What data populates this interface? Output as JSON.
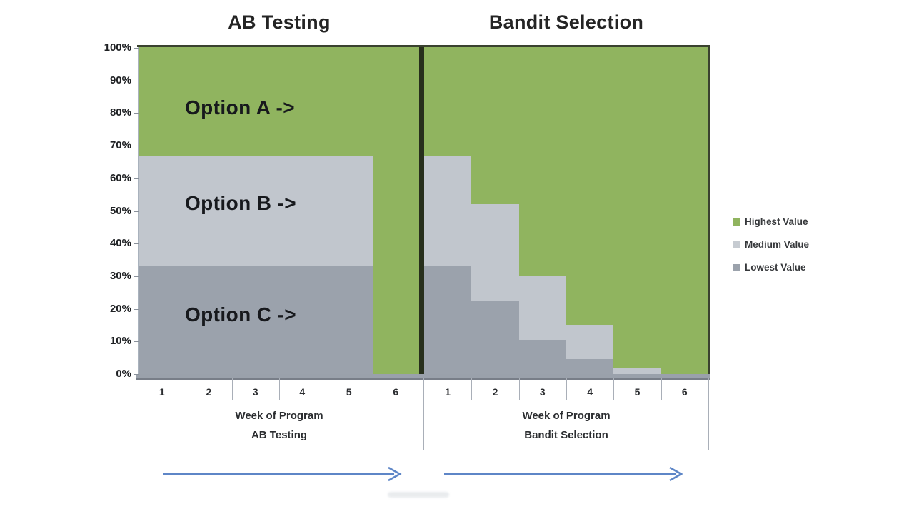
{
  "titles": {
    "left": "AB Testing",
    "right": "Bandit Selection"
  },
  "y_axis": {
    "labels": [
      "100%",
      "90%",
      "80%",
      "70%",
      "60%",
      "50%",
      "40%",
      "30%",
      "20%",
      "10%",
      "0%"
    ]
  },
  "x_axis": {
    "left": {
      "weeks": [
        "1",
        "2",
        "3",
        "4",
        "5",
        "6"
      ],
      "title": "Week of Program",
      "subtitle": "AB Testing"
    },
    "right": {
      "weeks": [
        "1",
        "2",
        "3",
        "4",
        "5",
        "6"
      ],
      "title": "Week of Program",
      "subtitle": "Bandit Selection"
    }
  },
  "region_labels": [
    {
      "text": "Option A ->"
    },
    {
      "text": "Option B ->"
    },
    {
      "text": "Option C ->"
    }
  ],
  "legend": [
    {
      "label": "Highest Value",
      "color": "#90B45F"
    },
    {
      "label": "Medium Value",
      "color": "#C6CBD1"
    },
    {
      "label": "Lowest Value",
      "color": "#9BA2AC"
    }
  ],
  "colors": {
    "highest": "#90B45F",
    "medium": "#C1C6CD",
    "lowest": "#9BA2AC",
    "frame_border": "#3A422F",
    "divider": "#272F1C",
    "bottom_band": "#9AA1AB",
    "bottom_line": "#787E88",
    "axis_line": "#A9B2BD",
    "tick": "#8A919B",
    "separator": "#A9AFB8",
    "arrow": "#5E86C7"
  },
  "chart_data": [
    {
      "type": "area",
      "style": "100%-stacked-stepped",
      "title": "AB Testing",
      "x": [
        1,
        2,
        3,
        4,
        5,
        6
      ],
      "xlabel": "Week of Program",
      "xlabel_sub": "AB Testing",
      "ylim": [
        0,
        100
      ],
      "y_ticks_percent": [
        0,
        10,
        20,
        30,
        40,
        50,
        60,
        70,
        80,
        90,
        100
      ],
      "grid": false,
      "legend_position": "right",
      "series": [
        {
          "name": "Lowest Value",
          "values": [
            33.3,
            33.3,
            33.3,
            33.3,
            33.3,
            0
          ]
        },
        {
          "name": "Medium Value",
          "values": [
            33.4,
            33.4,
            33.4,
            33.4,
            33.4,
            0
          ]
        },
        {
          "name": "Highest Value",
          "values": [
            33.3,
            33.3,
            33.3,
            33.3,
            33.3,
            100
          ]
        }
      ],
      "annotations": [
        "Option A ->",
        "Option B ->",
        "Option C ->"
      ]
    },
    {
      "type": "area",
      "style": "100%-stacked-stepped",
      "title": "Bandit Selection",
      "x": [
        1,
        2,
        3,
        4,
        5,
        6
      ],
      "xlabel": "Week of Program",
      "xlabel_sub": "Bandit Selection",
      "ylim": [
        0,
        100
      ],
      "y_ticks_percent": [
        0,
        10,
        20,
        30,
        40,
        50,
        60,
        70,
        80,
        90,
        100
      ],
      "grid": false,
      "legend_position": "right",
      "series": [
        {
          "name": "Lowest Value",
          "values": [
            33.3,
            22.5,
            10.5,
            4.5,
            0,
            0
          ]
        },
        {
          "name": "Medium Value",
          "values": [
            33.4,
            29.5,
            19.5,
            10.5,
            2,
            0
          ]
        },
        {
          "name": "Highest Value",
          "values": [
            33.3,
            48,
            70,
            85,
            98,
            100
          ]
        }
      ],
      "annotations": []
    }
  ]
}
